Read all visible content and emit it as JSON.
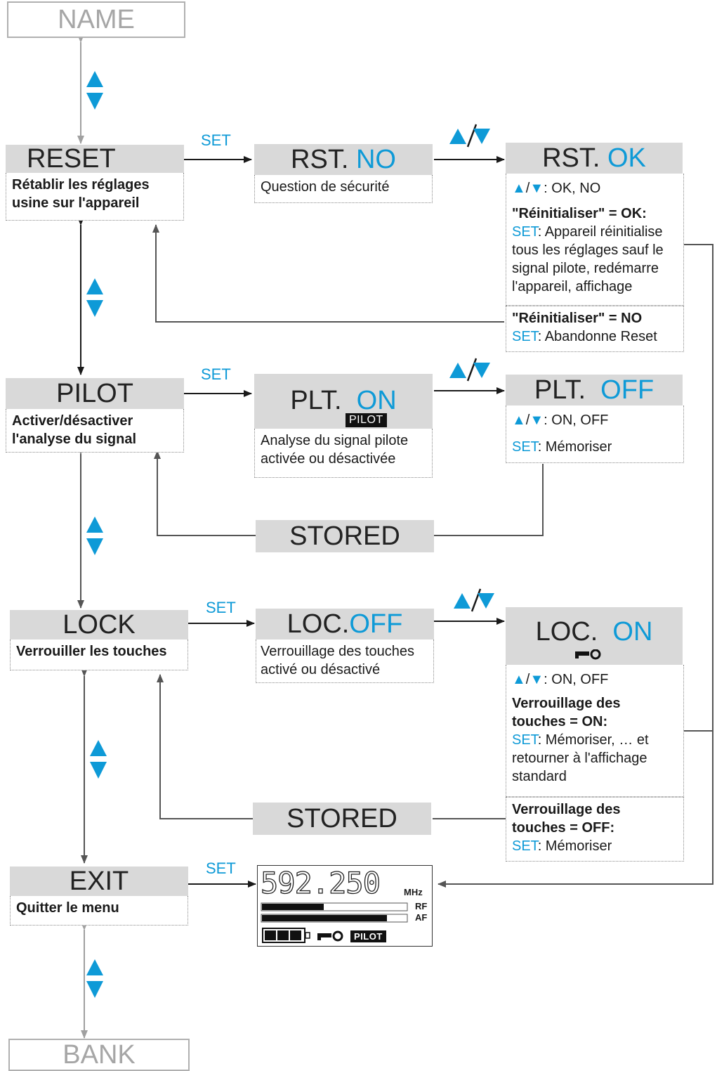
{
  "nav": {
    "name": "NAME",
    "bank": "BANK"
  },
  "set_label": "SET",
  "reset": {
    "menu": "RESET",
    "desc": "Rétablir les réglages usine sur l'appareil",
    "rst_no": {
      "prefix": "RST.",
      "value": "NO",
      "desc": "Question de sécurité"
    },
    "rst_ok": {
      "prefix": "RST.",
      "value": "OK",
      "options": ": OK, NO",
      "ok_title": "\"Réinitialiser\" = OK:",
      "ok_set": "SET",
      "ok_text": ": Appareil réinitialise tous les réglages sauf le signal pilote, redémarre l'appareil, affichage",
      "no_title": "\"Réinitialiser\" = NO",
      "no_set": "SET",
      "no_text": ":  Abandonne Reset"
    }
  },
  "pilot": {
    "menu": "PILOT",
    "desc": "Activer/désactiver l'analyse du signal",
    "plt_on": {
      "prefix": "PLT.",
      "value": "ON",
      "badge": "PILOT",
      "desc": "Analyse du signal pilote activée ou désactivée"
    },
    "plt_off": {
      "prefix": "PLT.",
      "value": "OFF",
      "options": ": ON, OFF",
      "set": "SET",
      "set_text": ": Mémoriser"
    },
    "stored": "STORED"
  },
  "lock": {
    "menu": "LOCK",
    "desc": "Verrouiller les touches",
    "loc_off": {
      "prefix": "LOC.",
      "value": "OFF",
      "desc": "Verrouillage des touches activé ou désactivé"
    },
    "loc_on": {
      "prefix": "LOC.",
      "value": "ON",
      "options": ": ON, OFF",
      "on_title": "Verrouillage des touches = ON:",
      "on_set": "SET",
      "on_text": ": Mémoriser, … et retourner à l'affichage standard",
      "off_title": "Verrouillage des touches = OFF:",
      "off_set": "SET",
      "off_text": ": Mémoriser"
    },
    "stored": "STORED"
  },
  "exit": {
    "menu": "EXIT",
    "desc": "Quitter le menu"
  },
  "display": {
    "freq": "592.250",
    "unit": "MHz",
    "rf": "RF",
    "af": "AF",
    "badge": "PILOT"
  },
  "colors": {
    "accent": "#0e9ad7",
    "menu_bg": "#d9d9d9"
  }
}
